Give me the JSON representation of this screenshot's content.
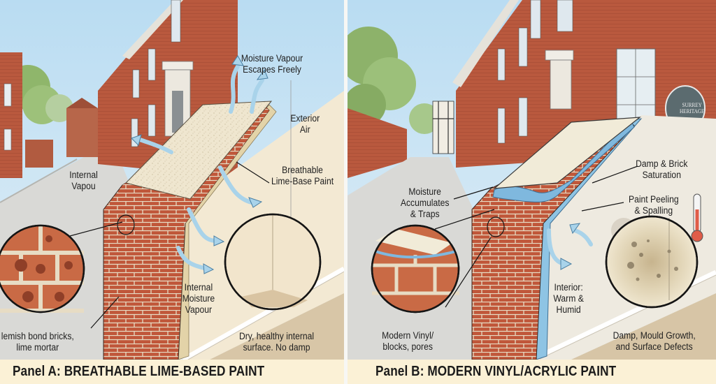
{
  "figure": {
    "title": "Breathable lime-based paint vs modern vinyl/acrylic paint on historic brick walls",
    "colors": {
      "sky": "#cfe6f5",
      "brick": "#c0573a",
      "mortar": "#e9e1cc",
      "lime_paint": "#efe6cf",
      "vapour_arrow": "#a9d3ea",
      "trapped_water": "#7fb8de",
      "caption_bg": "#fbf1d6",
      "interior_wall": "#f0e6d1",
      "floor": "#d9c7a9"
    }
  },
  "panel_a": {
    "caption": "Panel A: BREATHABLE LIME-BASED PAINT",
    "labels": {
      "moisture_escape": [
        "Moisture Vapour",
        "Escapes Freely"
      ],
      "exterior_air": [
        "Exterior",
        "Air"
      ],
      "internal_vapou": [
        "Internal",
        "Vapou"
      ],
      "breathable_paint": [
        "Breathable",
        "Lime-Base Paint"
      ],
      "internal_moisture": [
        "Internal",
        "Moisture",
        "Vapour"
      ],
      "flemish_bond": [
        "lemish bond bricks,",
        "lime mortar"
      ],
      "dry_surface": [
        "Dry, healthy internal",
        "surface. No damp"
      ]
    }
  },
  "panel_b": {
    "caption": "Panel B: MODERN VINYL/ACRYLIC PAINT",
    "labels": {
      "moisture_traps": [
        "Moisture",
        "Accumulates",
        "& Traps"
      ],
      "damp_saturation": [
        "Damp & Brick",
        "Saturation"
      ],
      "paint_peeling": [
        "Paint Peeling",
        "& Spalling"
      ],
      "modern_vinyl": [
        "Modern Vinyl/",
        "blocks, pores"
      ],
      "interior_warm": [
        "Interior:",
        "Warm &",
        "Humid"
      ],
      "damp_mould": [
        "Damp, Mould Growth,",
        "and Surface Defects"
      ]
    },
    "plaque": {
      "line1": "SURREY",
      "line2": "HERITAGE"
    }
  }
}
